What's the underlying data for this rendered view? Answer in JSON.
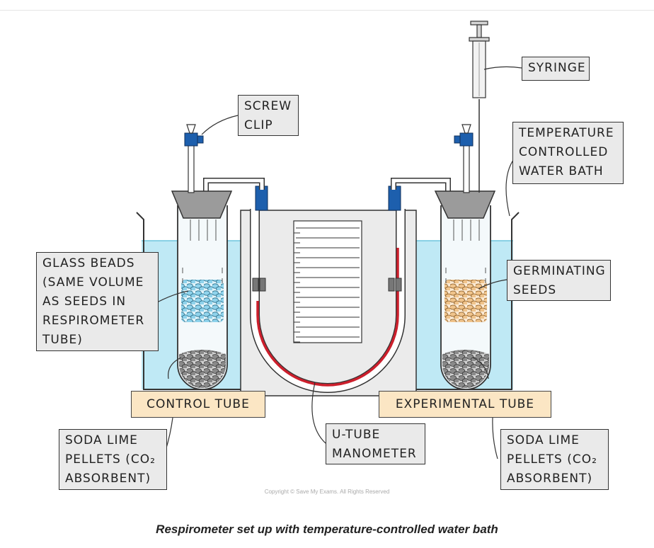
{
  "labels": {
    "syringe": "SYRINGE",
    "screw_clip": [
      "SCREW",
      "CLIP"
    ],
    "water_bath": [
      "TEMPERATURE",
      "CONTROLLED",
      "WATER BATH"
    ],
    "glass_beads": [
      "GLASS BEADS",
      "(SAME VOLUME",
      "AS SEEDS IN",
      "RESPIROMETER",
      "TUBE)"
    ],
    "germinating_seeds": [
      "GERMINATING",
      "SEEDS"
    ],
    "control_tube": "CONTROL TUBE",
    "experimental_tube": "EXPERIMENTAL TUBE",
    "soda_lime_left": [
      "SODA LIME",
      "PELLETS (CO₂",
      "ABSORBENT)"
    ],
    "u_tube_manometer": [
      "U-TUBE",
      "MANOMETER"
    ],
    "soda_lime_right": [
      "SODA LIME",
      "PELLETS (CO₂",
      "ABSORBENT)"
    ]
  },
  "copyright": "Copyright © Save My Exams. All Rights Reserved",
  "caption": "Respirometer set up with temperature-controlled water bath",
  "colors": {
    "water": "#bfe9f5",
    "water_edge": "#6fc6dd",
    "panel": "#ebebeb",
    "clip_blue": "#1d5fad",
    "manometer_fluid": "#cc1f2c",
    "bead_blue": "#8fd3ec",
    "seed_orange": "#f0c48c",
    "pellet_grey": "#8a8a8a",
    "stopper_grey": "#9b9b9b",
    "label_bg": "#eaeaea",
    "tube_label_bg": "#fbe6c4"
  },
  "icons": [
    "syringe-icon",
    "screw-clip-icon",
    "u-tube-manometer-icon",
    "water-bath-icon"
  ]
}
